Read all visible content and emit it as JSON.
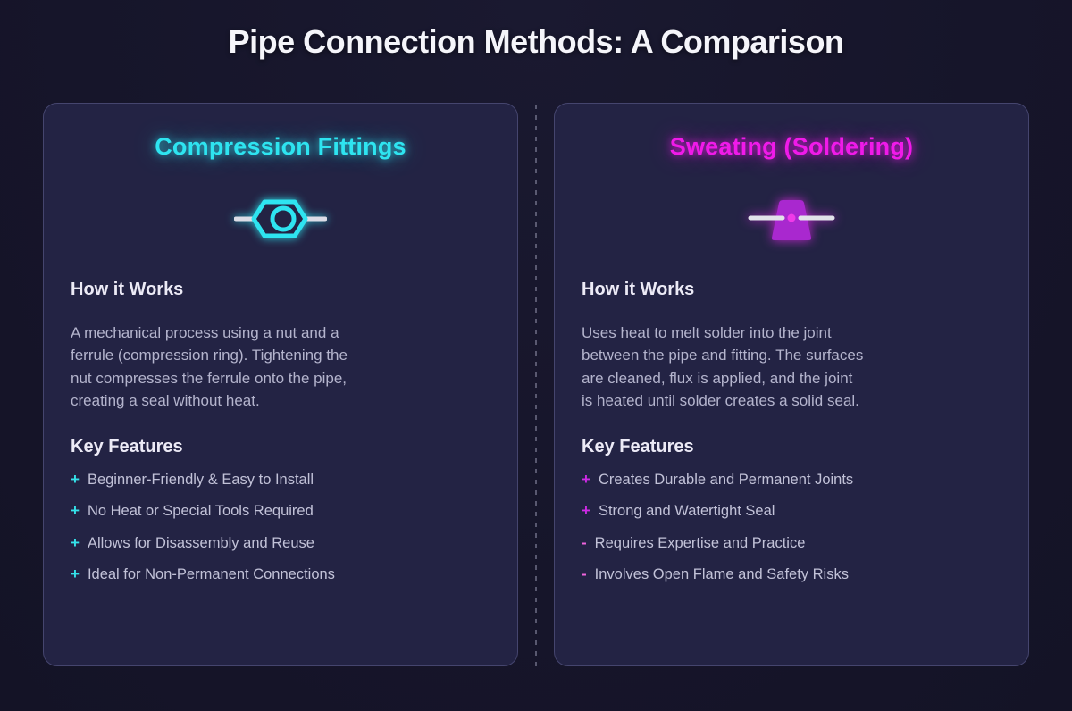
{
  "header": {
    "title": "Pipe Connection Methods: A Comparison"
  },
  "colors": {
    "page_background": "#16152a",
    "card_background": "#232344",
    "card_border": "#45456e",
    "cyan_accent": "#2ee4f0",
    "magenta_accent": "#f01ae9",
    "plus_magenta": "#cf2ae6",
    "minus_pink": "#ef64dd",
    "body_text": "#b4b4cd",
    "heading_text": "#eceaf6",
    "pipe_gray": "#dcdce6"
  },
  "cards": [
    {
      "title": "Compression Fittings",
      "icon": "compression-nut-fitting-icon",
      "how": {
        "heading": "How it Works",
        "body": "A mechanical process using a nut and a\nferrule (compression ring). Tightening the\nnut compresses the ferrule onto the pipe,\ncreating a seal without heat."
      },
      "features": {
        "heading": "Key Features",
        "items": [
          {
            "sign": "+",
            "positive": true,
            "text": "Beginner-Friendly & Easy to Install"
          },
          {
            "sign": "+",
            "positive": true,
            "text": "No Heat or Special Tools Required"
          },
          {
            "sign": "+",
            "positive": true,
            "text": "Allows for Disassembly and Reuse"
          },
          {
            "sign": "+",
            "positive": true,
            "text": "Ideal for Non-Permanent Connections"
          }
        ]
      }
    },
    {
      "title": "Sweating (Soldering)",
      "icon": "solder-torch-fitting-icon",
      "how": {
        "heading": "How it Works",
        "body": "Uses heat to melt solder into the joint\nbetween the pipe and fitting. The surfaces\nare cleaned, flux is applied, and the joint\nis heated until solder creates a solid seal."
      },
      "features": {
        "heading": "Key Features",
        "items": [
          {
            "sign": "+",
            "positive": true,
            "text": "Creates Durable and Permanent Joints"
          },
          {
            "sign": "+",
            "positive": true,
            "text": "Strong and Watertight Seal"
          },
          {
            "sign": "-",
            "positive": false,
            "text": "Requires Expertise and Practice"
          },
          {
            "sign": "-",
            "positive": false,
            "text": "Involves Open Flame and Safety Risks"
          }
        ]
      }
    }
  ]
}
